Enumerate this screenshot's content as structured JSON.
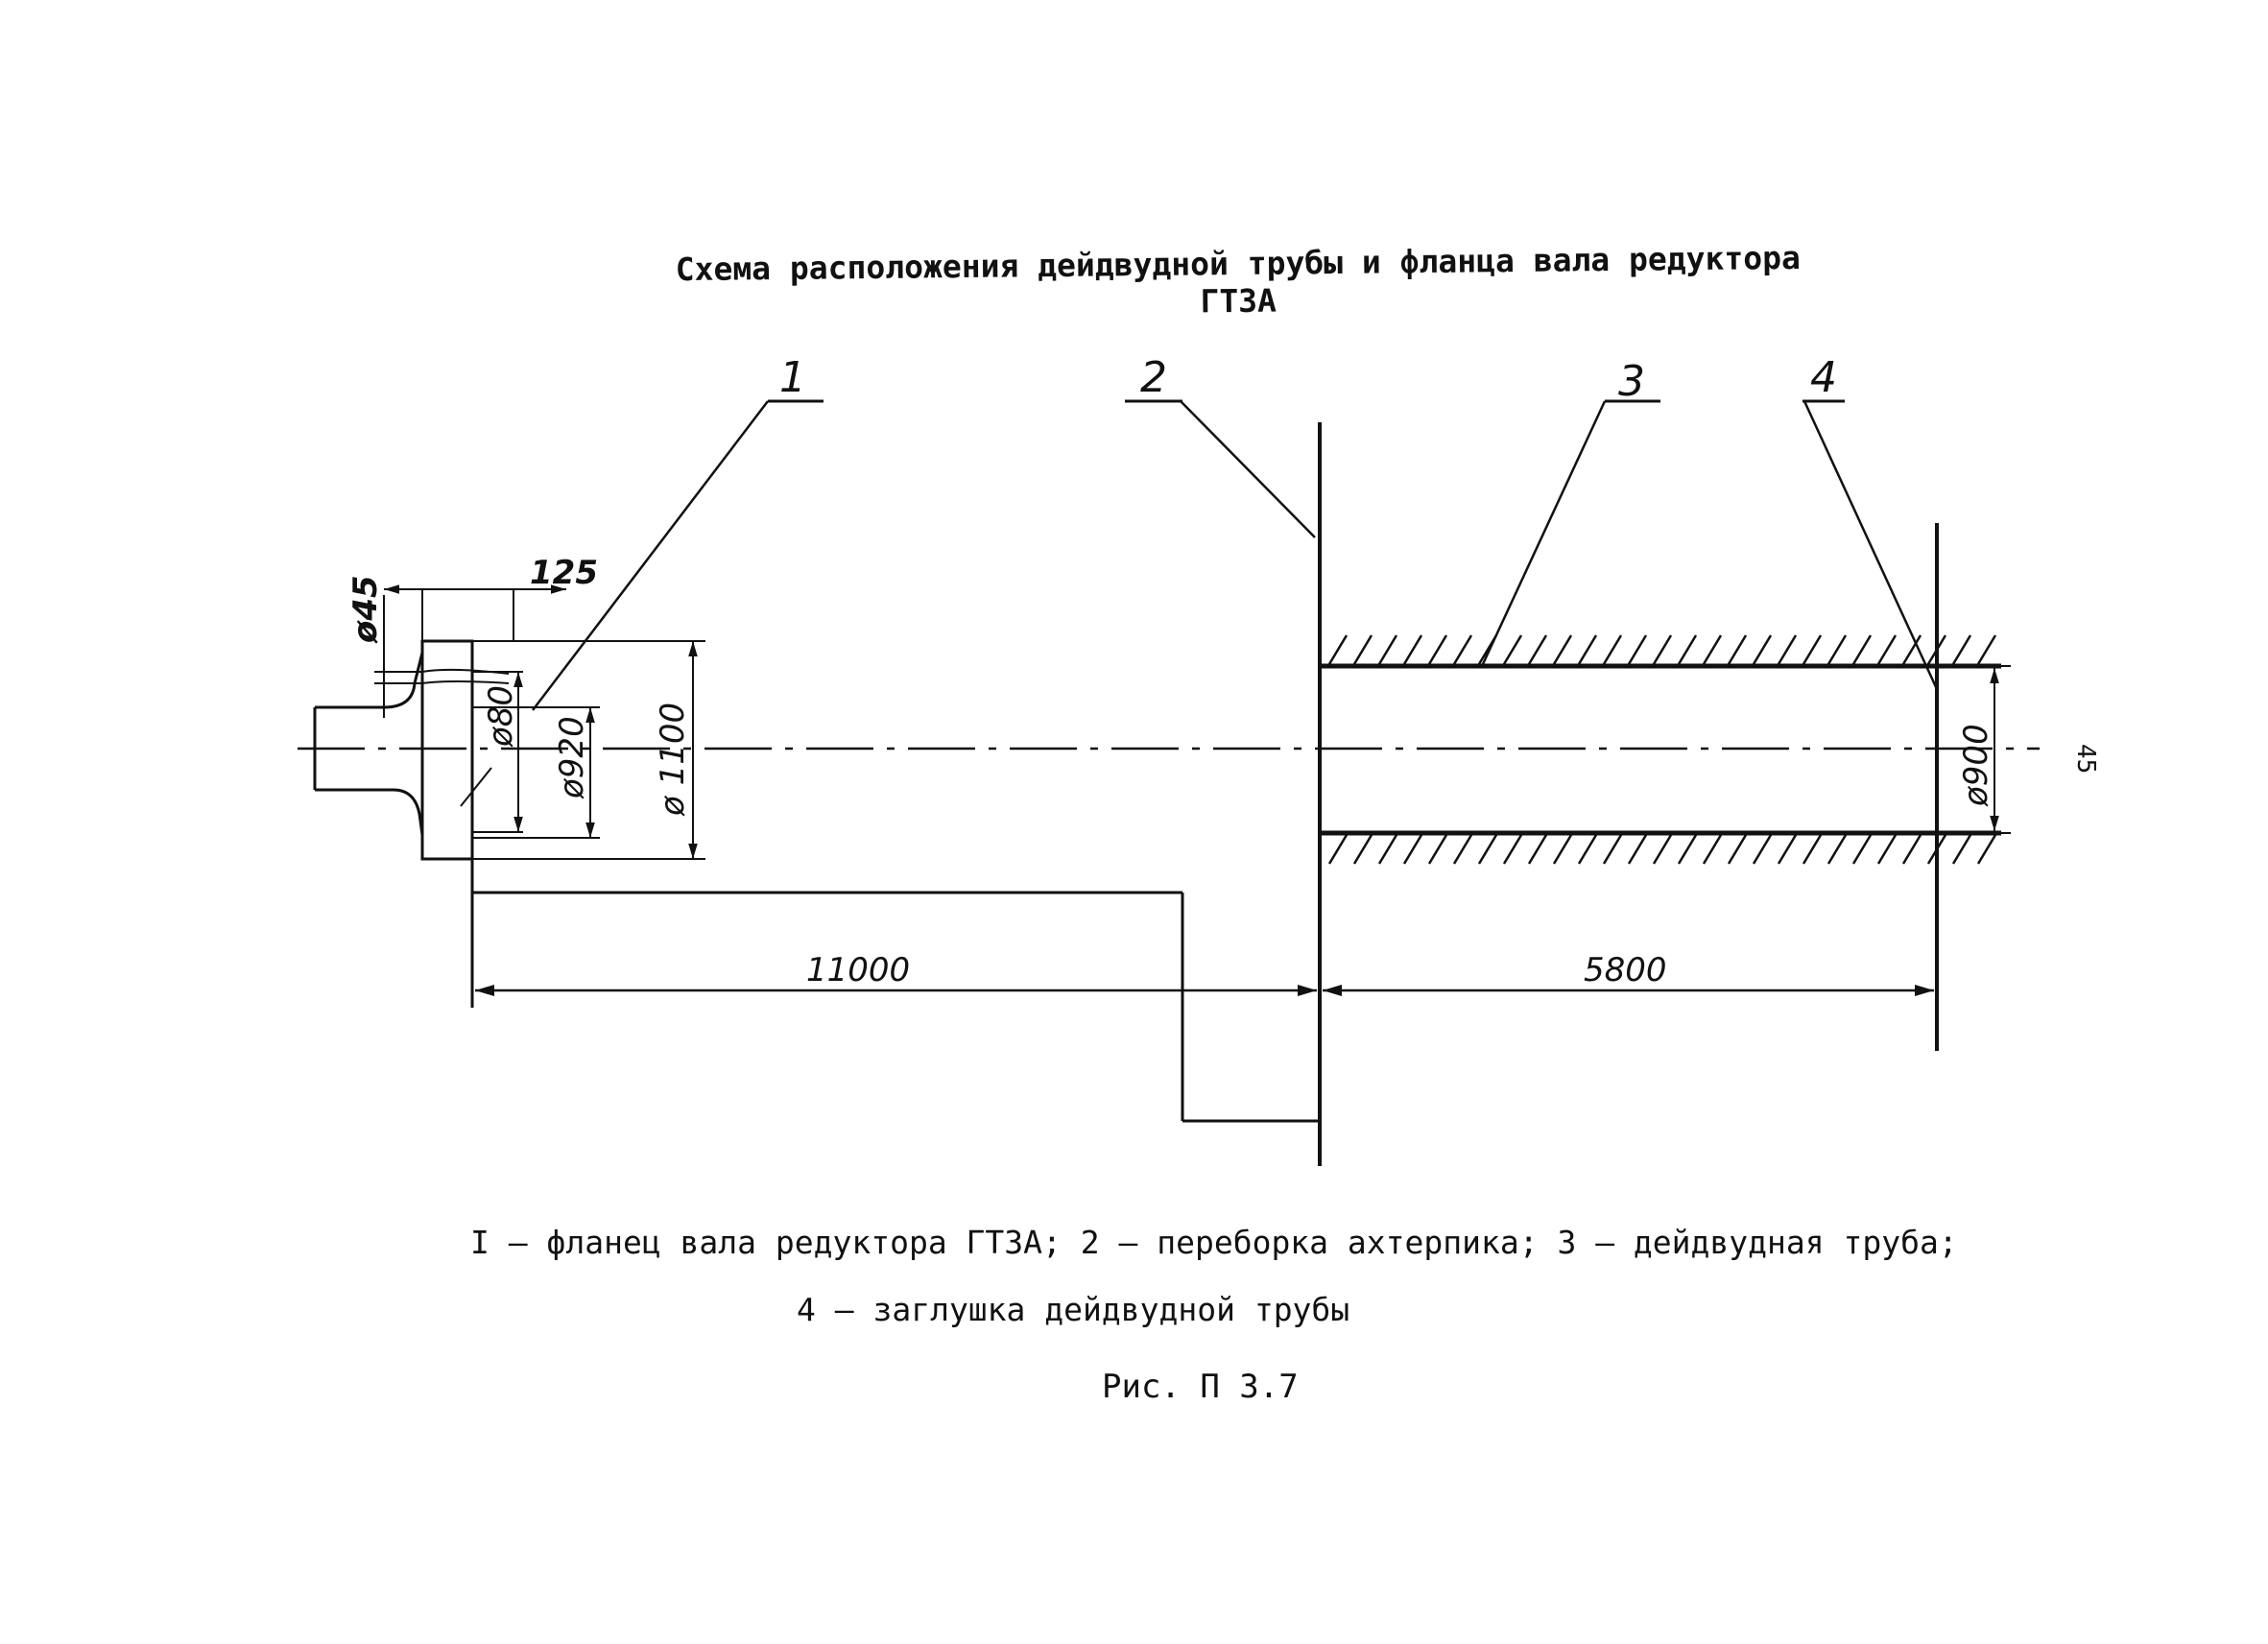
{
  "title": "Схема расположения дейдвудной трубы и фланца вала редуктора ГТЗА",
  "page_number": "45",
  "leaders": [
    "1",
    "2",
    "3",
    "4"
  ],
  "dimensions": {
    "d45": "ø45",
    "l125": "125",
    "d80": "ø80",
    "d920": "ø920",
    "d1100": "ø 1100",
    "d900": "ø900",
    "l11000": "11000",
    "l5800": "5800"
  },
  "legend": {
    "line1": "I – фланец вала редуктора ГТЗА; 2 – переборка ахтерпика; 3 – дейдвудная труба;",
    "line2": "4 – заглушка дейдвудной трубы"
  },
  "caption": "Рис. П 3.7"
}
